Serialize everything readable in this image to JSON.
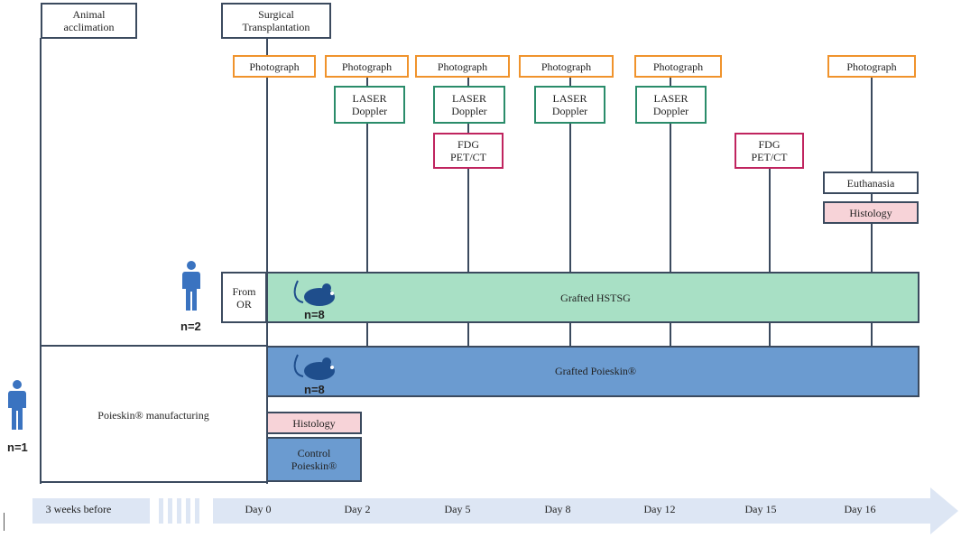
{
  "stages": {
    "acclimation": "Animal\nacclimation",
    "transplantation": "Surgical\nTransplantation",
    "manufacturing": "Poieskin® manufacturing"
  },
  "events": {
    "photograph": "Photograph",
    "laser": "LASER\nDoppler",
    "pet": "FDG\nPET/CT",
    "euthanasia": "Euthanasia",
    "histology": "Histology",
    "control": "Control\nPoieskin®"
  },
  "groups": {
    "from_or": "From\nOR",
    "hstsg": "Grafted HSTSG",
    "poieskin": "Grafted Poieskin®",
    "n_hstsg": "n=8",
    "n_poieskin": "n=8",
    "n_donor_top": "n=2",
    "n_donor_bottom": "n=1"
  },
  "timeline": [
    "3 weeks before",
    "Day 0",
    "Day 2",
    "Day 5",
    "Day 8",
    "Day 12",
    "Day 15",
    "Day 16"
  ],
  "colors": {
    "hstsg_band": "#a8e0c5",
    "poieskin_band": "#6b9bd0",
    "photograph_border": "#f0932c",
    "laser_border": "#2a8c6a",
    "pet_border": "#c0245f",
    "histology_fill": "#f7d3d8",
    "timeline_arrow": "#dde6f4",
    "human_icon": "#3a73c0",
    "mouse_icon": "#1f4e8c"
  }
}
